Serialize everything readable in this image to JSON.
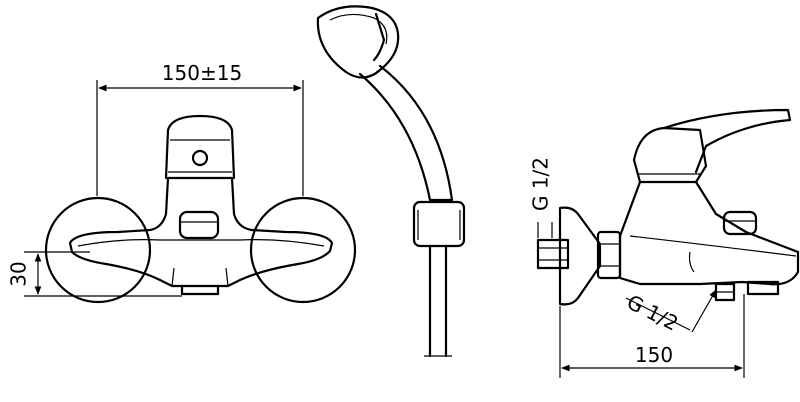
{
  "dimensions": {
    "top_width": "150±15",
    "side_height": "30",
    "inlet_thread": "G 1/2",
    "outlet_thread": "G 1/2",
    "side_width": "150"
  }
}
